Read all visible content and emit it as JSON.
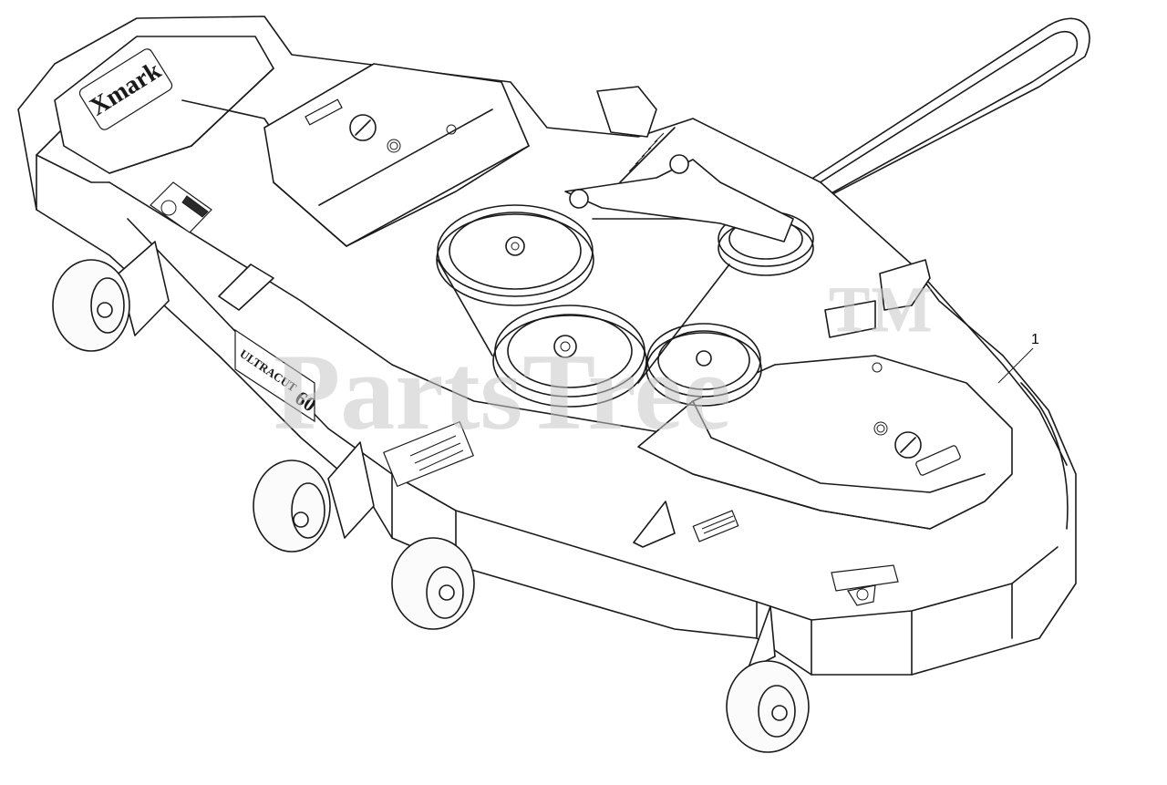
{
  "watermark": {
    "text": "PartsTree",
    "trademark": "™"
  },
  "callout": {
    "number": "1"
  },
  "logo": {
    "brand": "Xmark"
  },
  "deck_badge": {
    "line1": "ULTRACUT",
    "number": "60"
  },
  "icons": [
    "warning-decal-icon",
    "brand-badge-icon",
    "pulley-icon",
    "wheel-icon"
  ],
  "colors": {
    "line": "#1a1a1a",
    "background": "#ffffff",
    "watermark": "#c8c8c8"
  }
}
